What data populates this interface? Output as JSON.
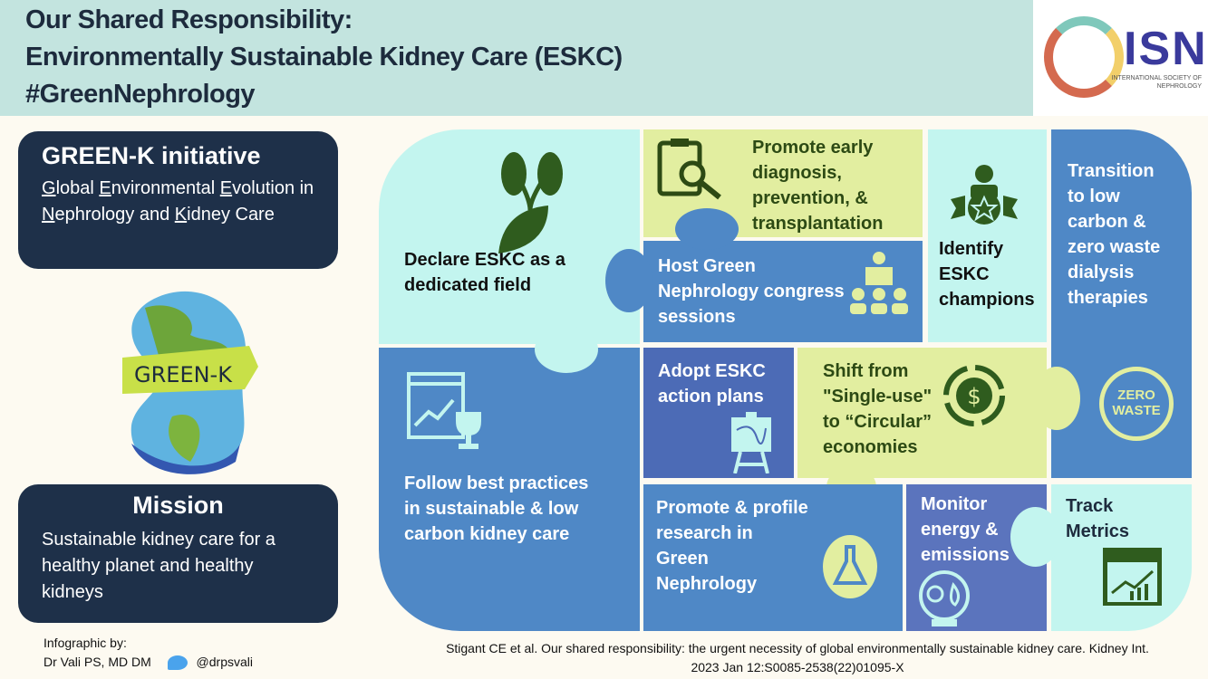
{
  "header": {
    "lines": [
      "Our Shared Responsibility:",
      "Environmentally Sustainable Kidney Care (ESKC)",
      "#GreenNephrology"
    ]
  },
  "logo": {
    "name": "ISN",
    "subtitle": "INTERNATIONAL SOCIETY OF NEPHROLOGY"
  },
  "greenk": {
    "title": "GREEN-K initiative",
    "segments": [
      [
        "G",
        true
      ],
      [
        "lobal ",
        false
      ],
      [
        "E",
        true
      ],
      [
        "nvironmental ",
        false
      ],
      [
        "E",
        true
      ],
      [
        "volution in ",
        false
      ],
      [
        "N",
        true
      ],
      [
        "ephrology and ",
        false
      ],
      [
        "K",
        true
      ],
      [
        "idney Care",
        false
      ]
    ],
    "logo_text": "GREEN-K",
    "logo_subtext": "Global Environmental Evolution in Nephrology and Kidney Care"
  },
  "mission": {
    "title": "Mission",
    "text": "Sustainable kidney care for a healthy planet and healthy kidneys"
  },
  "credit": {
    "line1": "Infographic by:",
    "line2": "Dr Vali PS, MD DM",
    "handle": "@drpsvali"
  },
  "reference": "Stigant CE et al. Our shared responsibility: the urgent necessity of global environmentally sustainable kidney care. Kidney Int. 2023 Jan 12:S0085-2538(22)01095-X",
  "tiles": {
    "declare": "Declare ESKC as a dedicated field",
    "early": "Promote early diagnosis, prevention, & transplantation",
    "host": "Host Green Nephrology congress sessions",
    "champions": "Identify ESKC champions",
    "transition": "Transition to low carbon & zero waste dialysis therapies",
    "zero_waste": "ZERO WASTE",
    "best": "Follow best practices in sustainable & low carbon kidney care",
    "adopt": "Adopt ESKC action plans",
    "shift": "Shift from \"Single-use\" to “Circular” economies",
    "research": "Promote & profile research in Green Nephrology",
    "monitor": "Monitor energy & emissions",
    "track": "Track Metrics"
  },
  "colors": {
    "cyan": "#c3f5ef",
    "yellow": "#e2eea0",
    "blue": "#4f88c6",
    "navy": "#1e3049",
    "header": "#c3e4df"
  }
}
